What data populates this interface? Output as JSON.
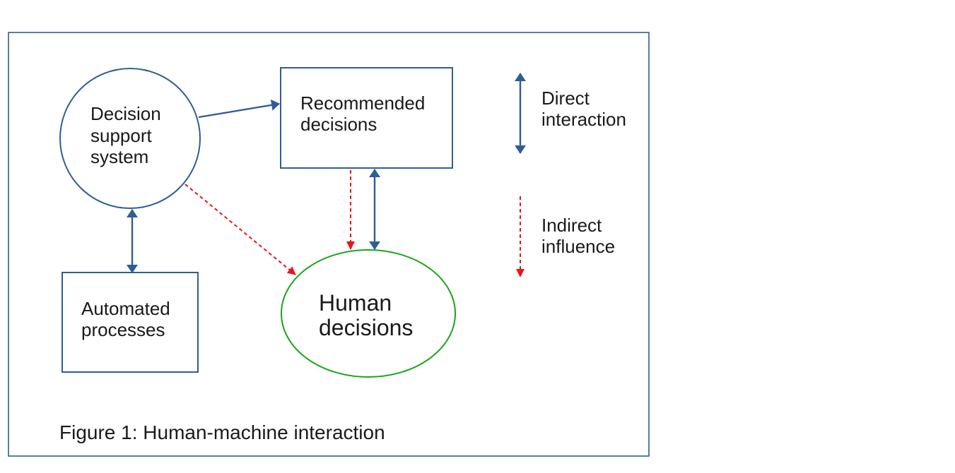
{
  "colors": {
    "blue": "#2e5d97",
    "red": "#e8141c",
    "green": "#19a619",
    "frame": "#2e5d97"
  },
  "nodes": {
    "decision_support": {
      "lines": [
        "Decision",
        "support",
        "system"
      ]
    },
    "recommended": {
      "lines": [
        "Recommended",
        "decisions"
      ]
    },
    "automated": {
      "lines": [
        "Automated",
        "processes"
      ]
    },
    "human": {
      "lines": [
        "Human",
        "decisions"
      ]
    }
  },
  "legend": {
    "direct": {
      "lines": [
        "Direct",
        "interaction"
      ]
    },
    "indirect": {
      "lines": [
        "Indirect",
        "influence"
      ]
    }
  },
  "caption": "Figure 1: Human-machine interaction"
}
